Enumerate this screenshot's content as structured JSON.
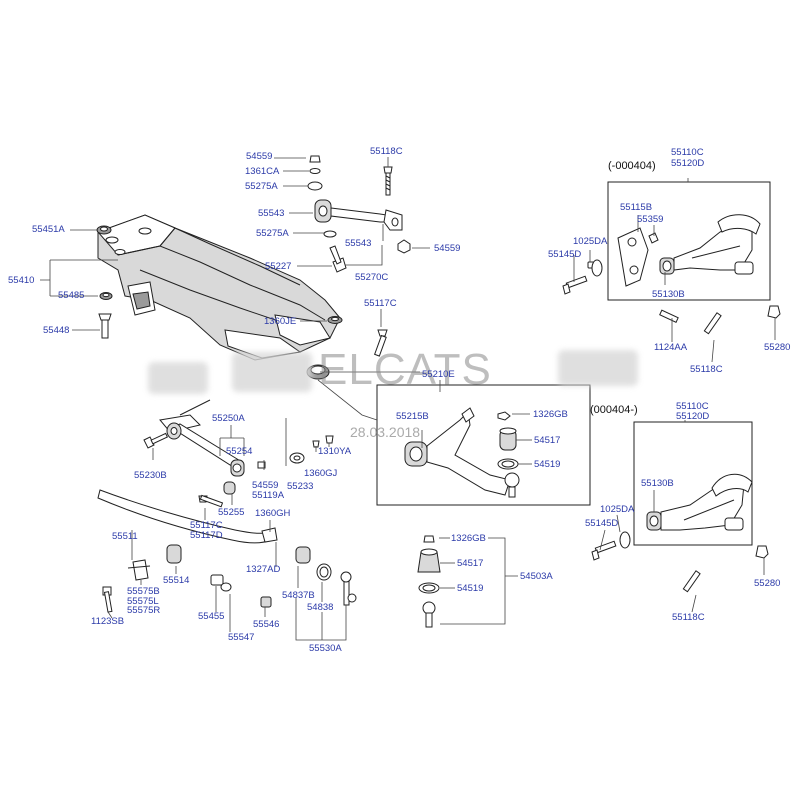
{
  "diagram": {
    "notes": {
      "upper_range": "(-000404)",
      "lower_range": "(000404-)"
    },
    "watermark": {
      "text": "ELCATS",
      "date": "28.03.2018"
    },
    "parts": {
      "p54559a": "54559",
      "p1361CA": "1361CA",
      "p55275A_top": "55275A",
      "p55118C_top": "55118C",
      "p55543a": "55543",
      "p55275A_mid": "55275A",
      "p55543b": "55543",
      "p54559b": "54559",
      "p55227": "55227",
      "p55270C": "55270C",
      "p55451A": "55451A",
      "p55410": "55410",
      "p55485": "55485",
      "p55448": "55448",
      "p55117C_top": "55117C",
      "p1360JE": "1360JE",
      "p55210E": "55210E",
      "p55215B": "55215B",
      "p1326GB_a": "1326GB",
      "p54517a": "54517",
      "p54519a": "54519",
      "p55250A": "55250A",
      "p55254": "55254",
      "p55230B": "55230B",
      "p1310YA": "1310YA",
      "p1360GJ": "1360GJ",
      "p55233": "55233",
      "p54559c": "54559",
      "p55119A": "55119A",
      "p55255": "55255",
      "p55117C_b": "55117C",
      "p55117D": "55117D",
      "p1360GH": "1360GH",
      "p1327AD": "1327AD",
      "p55511": "55511",
      "p55514": "55514",
      "p55575B": "55575B",
      "p55575L": "55575L",
      "p55575R": "55575R",
      "p1123SB": "1123SB",
      "p55455": "55455",
      "p55547": "55547",
      "p55546": "55546",
      "p54837B": "54837B",
      "p54838": "54838",
      "p55530A": "55530A",
      "p1326GB_b": "1326GB",
      "p54517b": "54517",
      "p54519b": "54519",
      "p54503A": "54503A",
      "p55110C_a": "55110C",
      "p55120D_a": "55120D",
      "p55115B": "55115B",
      "p55359": "55359",
      "p1025DA_a": "1025DA",
      "p55145D_a": "55145D",
      "p55130B_a": "55130B",
      "p1124AA": "1124AA",
      "p55118C_a": "55118C",
      "p55280a": "55280",
      "p55110C_b": "55110C",
      "p55120D_b": "55120D",
      "p55130B_b": "55130B",
      "p1025DA_b": "1025DA",
      "p55145D_b": "55145D",
      "p55118C_b": "55118C",
      "p55280b": "55280"
    }
  }
}
